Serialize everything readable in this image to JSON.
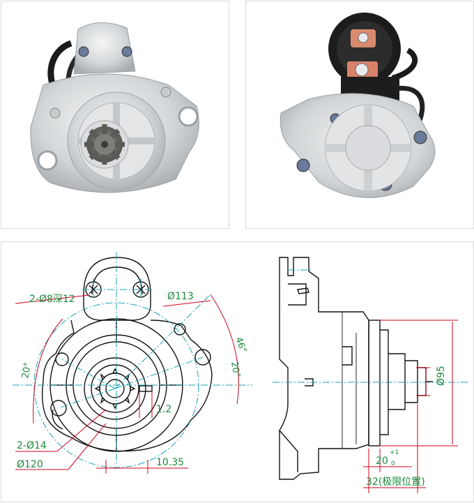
{
  "panels": {
    "photo_front": {
      "icons": [
        "starter-motor-pinion-end-photo"
      ]
    },
    "photo_rear": {
      "icons": [
        "starter-motor-solenoid-end-photo"
      ]
    }
  },
  "front_view": {
    "label_mount_holes": "2-Ø8深12",
    "label_bore": "Ø113",
    "label_angle_top": "46°",
    "label_angle_right": "20°",
    "label_angle_left": "20°",
    "label_pinion_offset": "1.2",
    "label_holes_bottom": "2-Ø14",
    "label_flange_dia": "Ø120",
    "label_width": "10.35"
  },
  "side_view": {
    "label_pilot_dia": "Ø95",
    "label_flange_thickness": "20",
    "label_tol_upper": "+1",
    "label_tol_lower": "0",
    "label_travel": "32(极限位置)"
  },
  "colors": {
    "outline": "#000000",
    "dimension": "#1c8a3a",
    "centerline": "#1aa3b5",
    "leader": "#d0021b",
    "aluminium": "#cfd2d4",
    "copper": "#d9826a"
  }
}
